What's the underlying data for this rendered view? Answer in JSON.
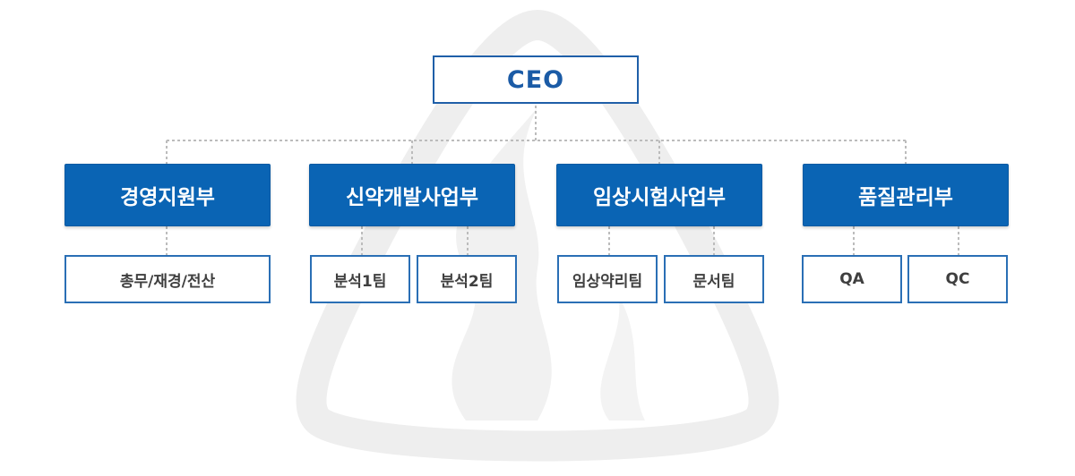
{
  "org_chart": {
    "ceo": {
      "label": "CEO"
    },
    "departments": [
      {
        "label": "경영지원부",
        "teams": [
          {
            "label": "총무/재경/전산"
          }
        ]
      },
      {
        "label": "신약개발사업부",
        "teams": [
          {
            "label": "분석1팀"
          },
          {
            "label": "분석2팀"
          }
        ]
      },
      {
        "label": "임상시험사업부",
        "teams": [
          {
            "label": "임상약리팀"
          },
          {
            "label": "문서팀"
          }
        ]
      },
      {
        "label": "품질관리부",
        "teams": [
          {
            "label": "QA"
          },
          {
            "label": "QC"
          }
        ]
      }
    ]
  },
  "colors": {
    "department_fill": "#0a64b4",
    "ceo_border": "#1f5fa8",
    "team_border": "#2a6fb5",
    "connector": "#bcbcbc",
    "watermark": "#eeeeee"
  },
  "icons": {
    "background": "triangular-emblem-watermark-icon"
  }
}
